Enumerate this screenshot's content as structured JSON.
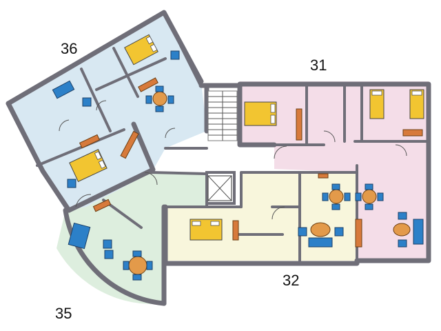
{
  "apartments": [
    {
      "id": "36",
      "color": "#d8e8f2"
    },
    {
      "id": "31",
      "color": "#f4dde8"
    },
    {
      "id": "32",
      "color": "#f8f6dc"
    },
    {
      "id": "35",
      "color": "#ddeede"
    }
  ],
  "icon_names": [
    "bed-icon",
    "sofa-icon",
    "dining-table-icon",
    "armchair-icon",
    "stairs-icon",
    "elevator-icon"
  ],
  "colors": {
    "wall": "#6f6e78",
    "bed": "#f2c531",
    "furniture_blue": "#2c80c8",
    "wood": "#d77a3b"
  }
}
